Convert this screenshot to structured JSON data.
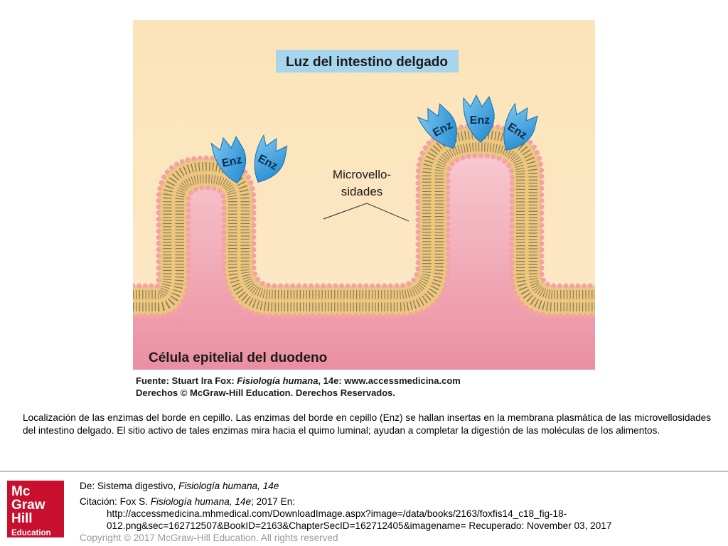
{
  "figure": {
    "lumen_label": "Luz del intestino delgado",
    "microvilli_label_line1": "Microvello-",
    "microvilli_label_line2": "sidades",
    "cell_label": "Célula epitelial del duodeno",
    "enzyme_label": "Enz",
    "source_prefix": "Fuente: Stuart Ira Fox: ",
    "source_book": "Fisiología humana",
    "source_suffix": ", 14e: www.accessmedicina.com",
    "rights": "Derechos © McGraw-Hill Education. Derechos Reservados.",
    "colors": {
      "lumen": "#fbe4b8",
      "cell": "#e9879c",
      "membrane": "#ecc77e",
      "phospholipid_head": "#f3a3a3",
      "enzyme": "#3aa0df",
      "label_box": "#a8d5ee"
    }
  },
  "caption": "Localización de las enzimas del borde en cepillo. Las enzimas del borde en cepillo (Enz) se hallan insertas en la membrana plasmática de las microvellosidades del intestino delgado. El sitio activo de tales enzimas mira hacia el quimo luminal; ayudan a completar la digestión de las moléculas de los alimentos.",
  "footer": {
    "from_prefix": "De: Sistema digestivo, ",
    "from_book": "Fisiología humana, 14e",
    "citation_prefix": "Citación: Fox S. ",
    "citation_book": "Fisiología humana, 14e",
    "citation_suffix": "; 2017 En:",
    "url_line1": "http://accessmedicina.mhmedical.com/DownloadImage.aspx?image=/data/books/2163/foxfis14_c18_fig-18-",
    "url_line2": "012.png&sec=162712507&BookID=2163&ChapterSecID=162712405&imagename= Recuperado: November 03, 2017",
    "copyright": "Copyright © 2017 McGraw-Hill Education. All rights reserved"
  },
  "logo": {
    "line1": "Mc",
    "line2": "Graw",
    "line3": "Hill",
    "line4": "Education",
    "color": "#c8102e"
  }
}
